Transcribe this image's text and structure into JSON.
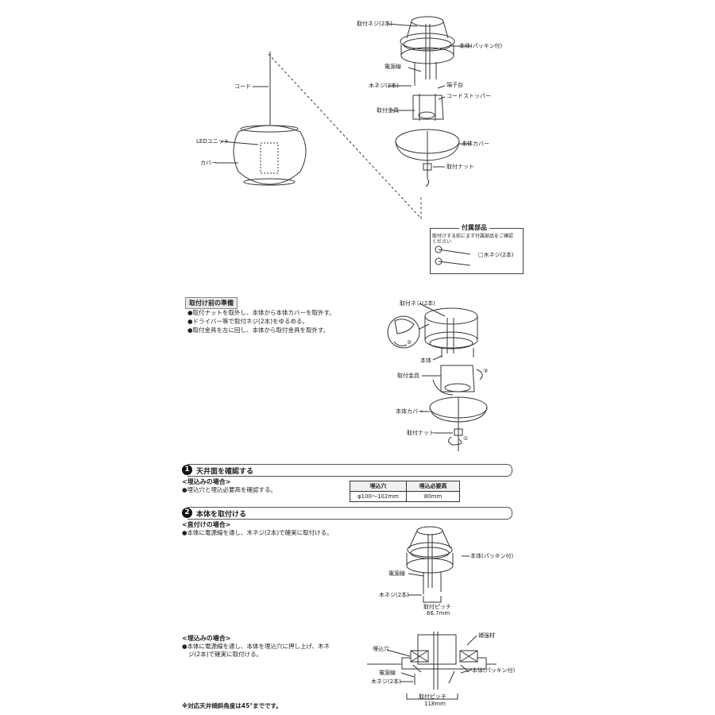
{
  "diagram_top": {
    "labels": {
      "screw": "取付ネジ(2本)",
      "body": "本体(パッキン付)",
      "power": "電源線",
      "wood": "木ネジ(2本)",
      "terminal": "端子台",
      "stopper": "コードストッパー",
      "bracket": "取付金具",
      "cover_body": "本体カバー",
      "nut": "取付ナット",
      "cord": "コード",
      "led": "LEDユニット",
      "cover": "カバー"
    },
    "accessories": {
      "title": "付属部品",
      "note_line1": "取付けする前にまず付属部品をご確認",
      "note_line2": "ください",
      "item": "□木ネジ(2本)"
    }
  },
  "prep": {
    "title": "取付け前の準備",
    "bullets": [
      "●取付ナットを取外し、本体から本体カバーを取外す。",
      "●ドライバー等で取付ネジ(2本)をゆるめる。",
      "●取付金具を左に回し、本体から取付金具を取外す。"
    ],
    "labels": {
      "screw": "取付ネジ(2本)",
      "body": "本体",
      "bracket": "取付金具",
      "cover_body": "本体カバー",
      "nut": "取付ナット",
      "n1": "①",
      "n2": "②",
      "n3": "③"
    }
  },
  "section1": {
    "number": "1",
    "title": "天井面を確認する",
    "sub": "<埋込みの場合>",
    "text": "●埋込穴と埋込必要高を確認する。",
    "table": {
      "headers": [
        "埋込穴",
        "埋込必要高"
      ],
      "row": [
        "φ100〜102mm",
        "80mm"
      ]
    }
  },
  "section2": {
    "number": "2",
    "title": "本体を取付ける",
    "sub1": "<直付けの場合>",
    "text1": "●本体に電源線を通し、木ネジ(2本)で確実に取付ける。",
    "labels1": {
      "body": "本体(パッキン付)",
      "power": "電源線",
      "wood": "木ネジ(2本)",
      "pitch": "取付ピッチ",
      "pitch_val": "66.7mm"
    },
    "sub2": "<埋込みの場合>",
    "text2_line1": "●本体に電源線を通し、本体を埋込穴に押し上げ、木ネ",
    "text2_line2": "ジ(2本)で確実に取付ける。",
    "labels2": {
      "reinforce": "補強材",
      "hole": "埋込穴",
      "power": "電源線",
      "wood": "木ネジ(2本)",
      "body": "本体(パッキン付)",
      "pitch": "取付ピッチ",
      "pitch_val": "118mm"
    }
  },
  "footnote": "※対応天井傾斜角度は45°までです。"
}
